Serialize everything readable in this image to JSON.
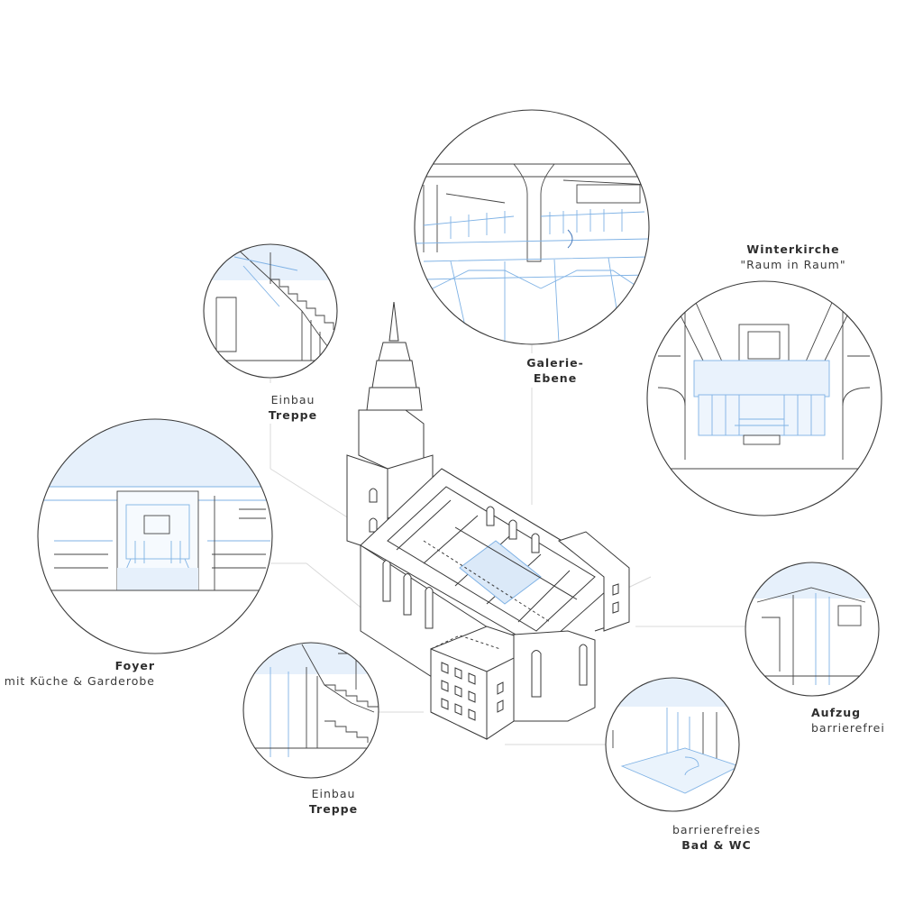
{
  "labels": {
    "einbau_treppe_top": {
      "line1": "Einbau",
      "line2": "Treppe"
    },
    "galerie": {
      "line1": "Galerie-",
      "line2": "Ebene"
    },
    "winterkirche": {
      "line1": "Winterkirche",
      "line2": "\"Raum in Raum\""
    },
    "foyer": {
      "line1": "Foyer",
      "line2": "mit Küche & Garderobe"
    },
    "einbau_treppe_bottom": {
      "line1": "Einbau",
      "line2": "Treppe"
    },
    "aufzug": {
      "line1": "Aufzug",
      "line2": "barrierefrei"
    },
    "bad": {
      "line1": "barrierefreies",
      "line2": "Bad & WC"
    }
  },
  "colors": {
    "line": "#3a3a3a",
    "blue": "#7fb2e5",
    "blue_fill": "#e3effb",
    "leader": "#d6d6d6"
  }
}
